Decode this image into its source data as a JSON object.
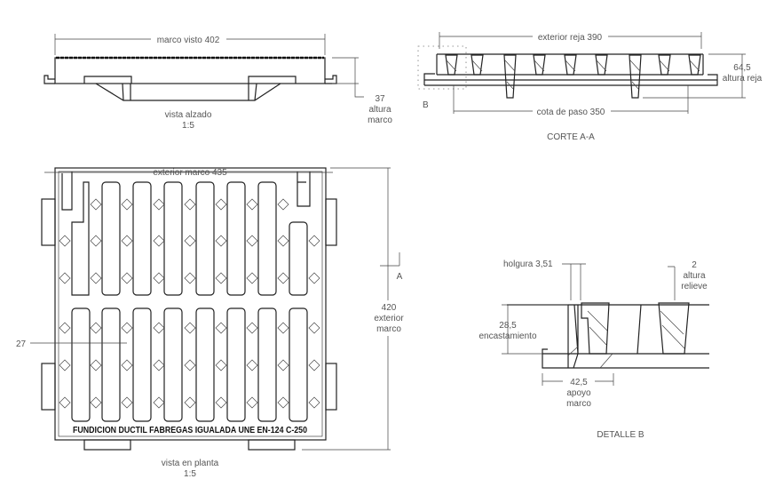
{
  "elevation": {
    "dim_width": "marco visto  402",
    "height_value": "37",
    "height_label1": "altura",
    "height_label2": "marco",
    "title": "vista alzado",
    "scale": "1:5"
  },
  "section": {
    "dim_top": "exterior reja  390",
    "height_value": "64,5",
    "height_label": "altura reja",
    "dim_bottom": "cota de paso  350",
    "detail_marker": "B",
    "title": "CORTE A-A"
  },
  "plan": {
    "dim_top": "exterior marco  435",
    "height_value": "420",
    "height_label1": "exterior",
    "height_label2": "marco",
    "section_marker": "A",
    "slot_dim": "27",
    "inscription": "FUNDICION DUCTIL FABREGAS IGUALADA UNE EN-124 C-250",
    "title": "vista en planta",
    "scale": "1:5"
  },
  "detail": {
    "clearance": "holgura  3,51",
    "relief_value": "2",
    "relief_label1": "altura",
    "relief_label2": "relieve",
    "embed_value": "28,5",
    "embed_label": "encastamiento",
    "support_value": "42,5",
    "support_label1": "apoyo",
    "support_label2": "marco",
    "title": "DETALLE B"
  }
}
